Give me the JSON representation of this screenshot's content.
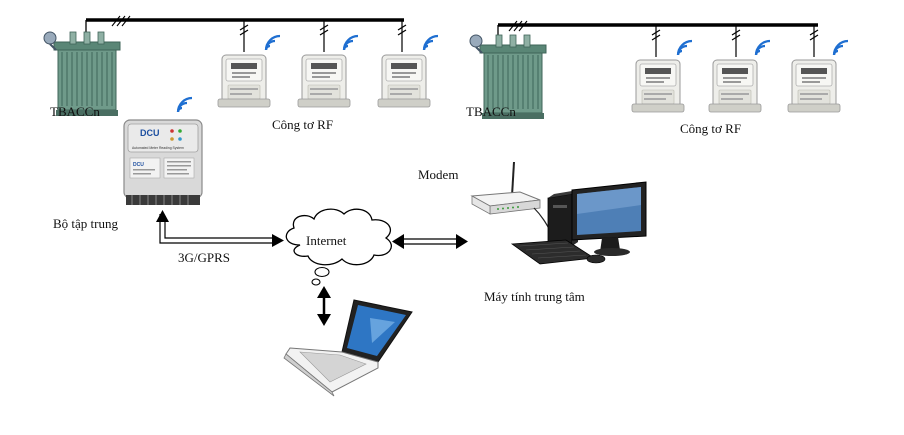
{
  "labels": {
    "transformer_left": "TBACCn",
    "transformer_right": "TBACCn",
    "meters_left": "Công tơ RF",
    "meters_right": "Công tơ RF",
    "concentrator": "Bộ tập trung",
    "link_gprs": "3G/GPRS",
    "cloud": "Internet",
    "modem": "Modem",
    "central_pc": "Máy tính trung tâm"
  },
  "dcu": {
    "brand": "DCU",
    "subtitle": "Automated Meter Reading System",
    "front_logo": "DCU"
  },
  "colors": {
    "line": "#000000",
    "wifi": "#1f6fd1",
    "transformer": "#5f8f7d",
    "meter_body": "#eeeeea",
    "device_body": "#dcdcdc",
    "cloud_fill": "#ffffff"
  },
  "icons": [
    "transformer-icon",
    "rf-meter-icon",
    "wifi-signal-icon",
    "dcu-device-icon",
    "cloud-icon",
    "laptop-icon",
    "modem-icon",
    "desktop-computer-icon"
  ]
}
